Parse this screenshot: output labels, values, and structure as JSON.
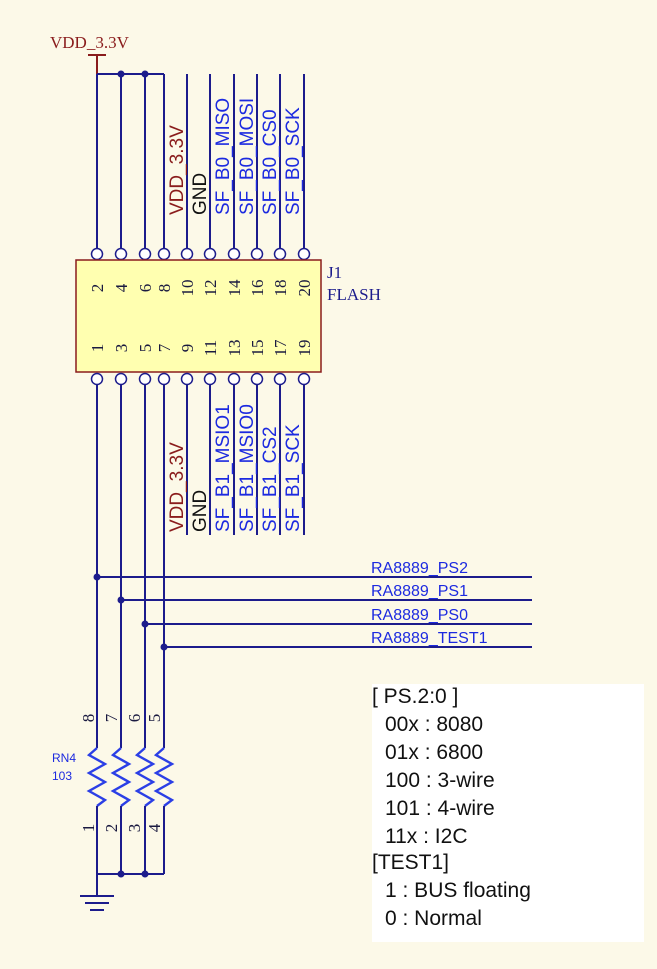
{
  "power": {
    "label": "VDD_3.3V",
    "color": "#8a1c1c"
  },
  "connector": {
    "designator": "J1",
    "value": "FLASH",
    "top_pins": [
      "2",
      "4",
      "6",
      "8",
      "10",
      "12",
      "14",
      "16",
      "18",
      "20"
    ],
    "bottom_pins": [
      "1",
      "3",
      "5",
      "7",
      "9",
      "11",
      "13",
      "15",
      "17",
      "19"
    ],
    "top_labels": [
      "VDD_3.3V",
      "GND",
      "SF_B0_MISO",
      "SF_B0_MOSI",
      "SF_B0_CS0",
      "SF_B0_SCK"
    ],
    "bottom_labels": [
      "VDD_3.3V",
      "GND",
      "SF_B1_MSIO1",
      "SF_B1_MSIO0",
      "SF_B1_CS2",
      "SF_B1_SCK"
    ]
  },
  "nets": [
    "RA8889_PS2",
    "RA8889_PS1",
    "RA8889_PS0",
    "RA8889_TEST1"
  ],
  "resistor": {
    "designator": "RN4",
    "value": "103",
    "top_pins": [
      "8",
      "7",
      "6",
      "5"
    ],
    "bottom_pins": [
      "1",
      "2",
      "3",
      "4"
    ]
  },
  "note": {
    "lines": [
      "[ PS.2:0 ]",
      "00x : 8080",
      "01x : 6800",
      "100 : 3-wire",
      "101 : 4-wire",
      "11x : I2C",
      "[TEST1]",
      "1 : BUS floating",
      "0 : Normal"
    ]
  },
  "colors": {
    "wire": "#1c1c8c",
    "net_label": "#1c2ae0",
    "resistor": "#2b3fe6",
    "component_fill": "#ffffb0",
    "background": "#fcf9e8"
  }
}
